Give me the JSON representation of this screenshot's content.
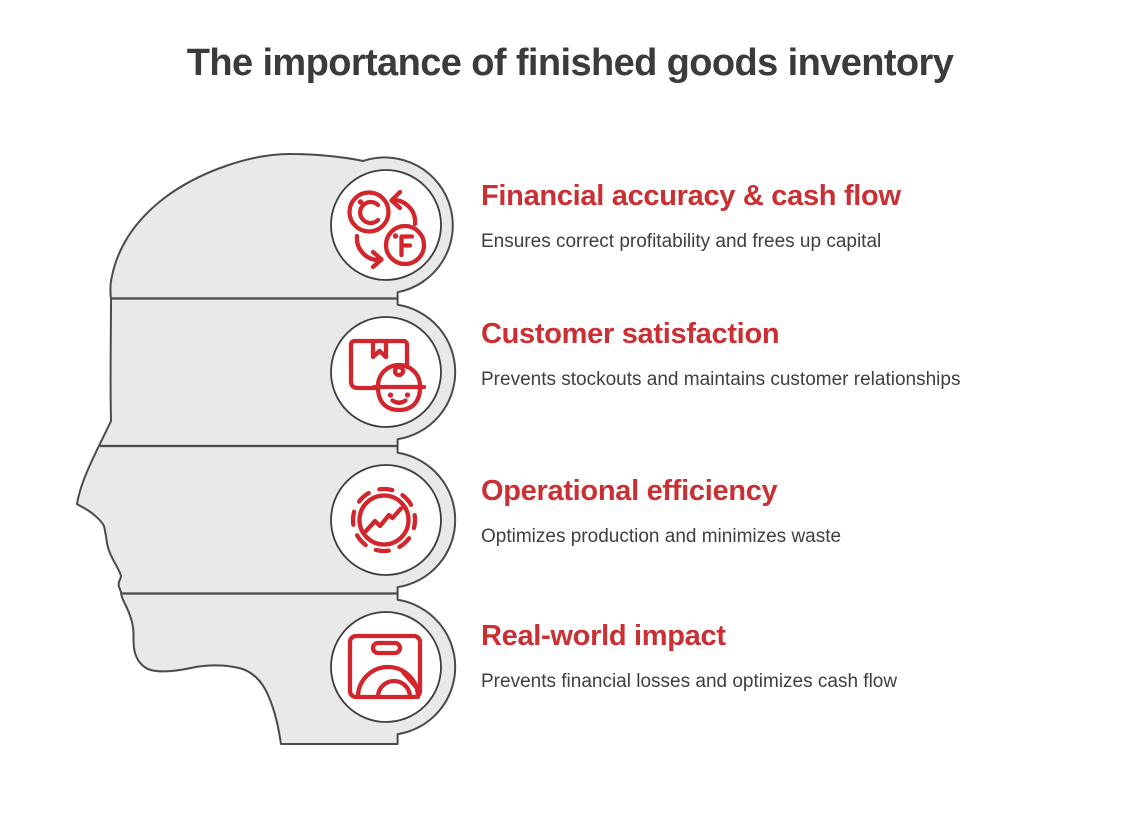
{
  "title": "The importance of finished goods inventory",
  "figure": {
    "type": "head-profile-silhouette",
    "segments": 4,
    "icons": [
      "temperature-conversion-icon",
      "package-courier-icon",
      "gear-trend-icon",
      "weighing-scale-icon"
    ]
  },
  "sections": [
    {
      "heading": "Financial accuracy & cash flow",
      "description": "Ensures correct profitability and frees up capital",
      "icon": "temperature-conversion-icon"
    },
    {
      "heading": "Customer satisfaction",
      "description": "Prevents stockouts and maintains customer relationships",
      "icon": "package-courier-icon"
    },
    {
      "heading": "Operational efficiency",
      "description": "Optimizes production and minimizes waste",
      "icon": "gear-trend-icon"
    },
    {
      "heading": "Real-world impact",
      "description": "Prevents financial losses and optimizes cash flow",
      "icon": "weighing-scale-icon"
    }
  ],
  "colors": {
    "heading_red": "#c92f33",
    "icon_red": "#d2262c",
    "head_fill": "#e9e9e9",
    "outline_gray": "#4a4a4a",
    "title_gray": "#3b3b3b",
    "body_gray": "#3f3f3f",
    "background": "#ffffff"
  }
}
